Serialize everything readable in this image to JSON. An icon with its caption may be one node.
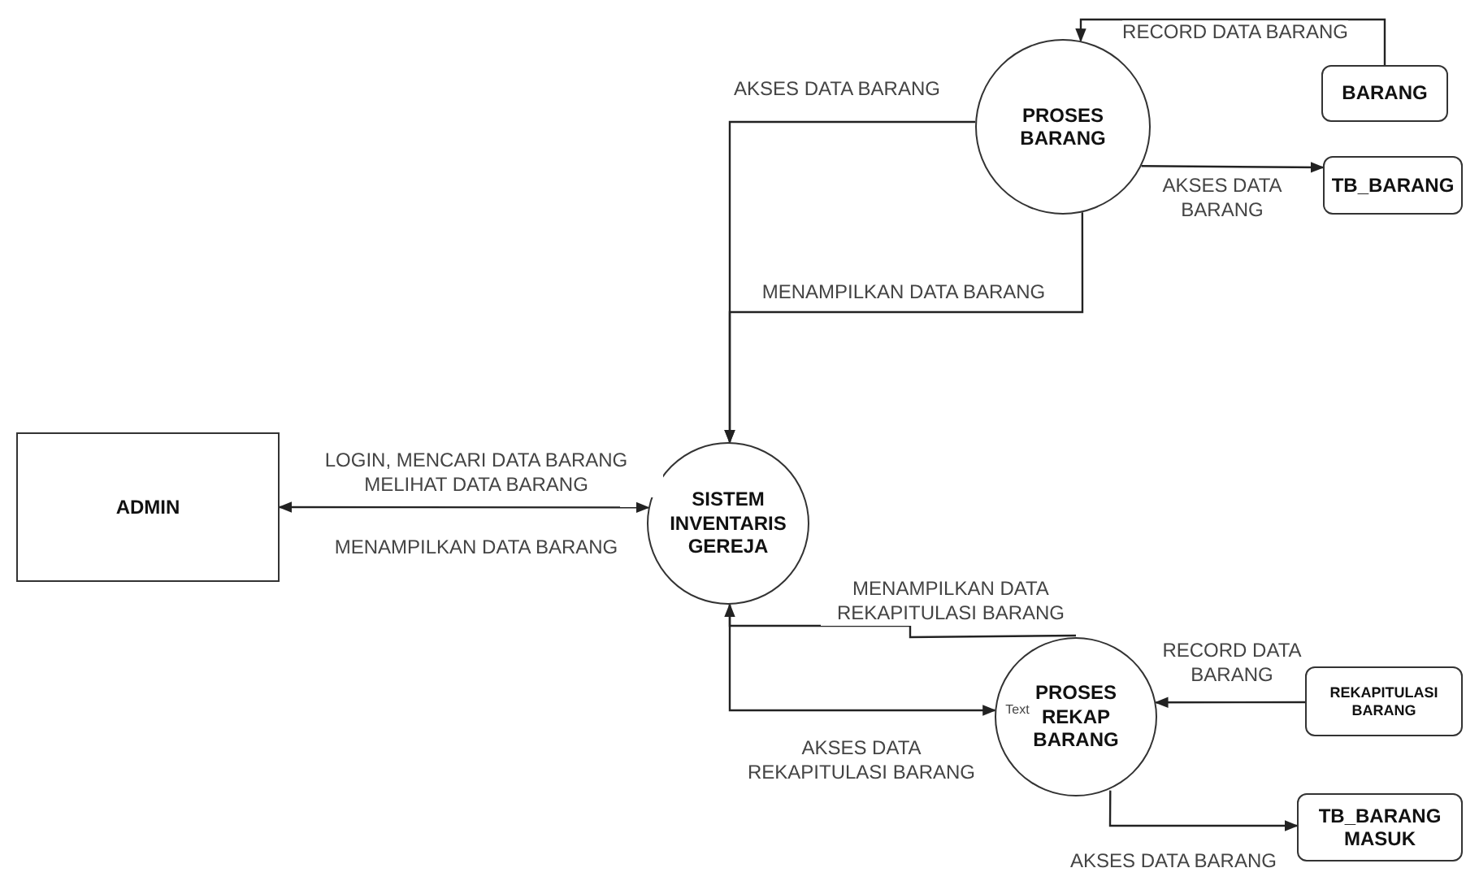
{
  "diagram": {
    "nodes": [
      {
        "text": [
          "ADMIN"
        ]
      },
      {
        "text": [
          "SISTEM INVENTARIS GEREJA"
        ]
      },
      {
        "text": [
          "PROSES BARANG"
        ]
      },
      {
        "text": [
          "BARANG"
        ]
      },
      {
        "text": [
          "TB_BARANG"
        ]
      },
      {
        "text": [
          "PROSES REKAP BARANG"
        ]
      },
      {
        "text": [
          "REKAPITULASI BARANG"
        ]
      },
      {
        "text": [
          "TB_BARANG MASUK"
        ]
      }
    ],
    "edges": [
      {
        "from": 0,
        "to": 1,
        "arrow": "both",
        "label": "LOGIN, MENCARI DATA BARANG MELIHAT DATA BARANG"
      },
      {
        "from": 2,
        "to": 1,
        "arrow": "to",
        "label": "AKSES DATA BARANG"
      },
      {
        "from": 2,
        "to": 1,
        "arrow": "to",
        "label": "MENAMPILKAN DATA BARANG"
      },
      {
        "from": 3,
        "to": 2,
        "arrow": "to",
        "label": "RECORD DATA BARANG"
      },
      {
        "from": 2,
        "to": 4,
        "arrow": "to",
        "label": "AKSES DATA BARANG"
      },
      {
        "from": 5,
        "to": 1,
        "arrow": "to",
        "label": "MENAMPILKAN DATA REKAPITULASI BARANG"
      },
      {
        "from": 1,
        "to": 5,
        "arrow": "to",
        "label": "AKSES DATA REKAPITULASI BARANG"
      },
      {
        "from": 6,
        "to": 5,
        "arrow": "to",
        "label": "RECORD DATA BARANG"
      },
      {
        "from": 5,
        "to": 7,
        "arrow": "to",
        "label": "AKSES DATA BARANG"
      }
    ],
    "labels": [
      "MENAMPILKAN DATA BARANG",
      "Text"
    ]
  }
}
